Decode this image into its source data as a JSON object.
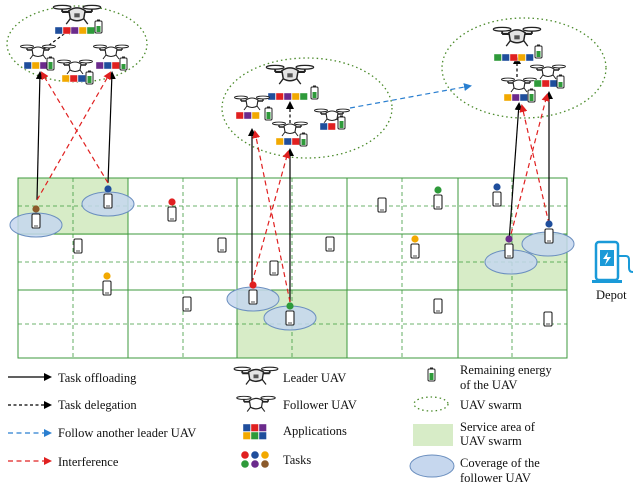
{
  "depot": {
    "label": "Depot",
    "color": "#1a9ad8"
  },
  "colors": {
    "grid": "#3d9a3d",
    "service_area": "#d7ecc7",
    "coverage_fill": "#c6d7ee",
    "coverage_stroke": "#6b8fbf",
    "swarm": "#4a8a2a",
    "offload": "#000000",
    "interference": "#e02020",
    "follow": "#2a7fd0"
  },
  "app_colors": [
    "#1f4e9c",
    "#e02020",
    "#6b2a8c",
    "#f2a900",
    "#2e9a3a"
  ],
  "task_colors": [
    "#e02020",
    "#1f4e9c",
    "#f2a900",
    "#2e9a3a",
    "#6b2a8c",
    "#8b5a2b"
  ],
  "legend": {
    "col1": [
      {
        "key": "offload",
        "label": "Task offloading"
      },
      {
        "key": "delegation",
        "label": "Task delegation"
      },
      {
        "key": "follow",
        "label": "Follow another leader UAV"
      },
      {
        "key": "interference",
        "label": "Interference"
      }
    ],
    "col2": [
      {
        "key": "leader",
        "label": "Leader UAV"
      },
      {
        "key": "follower",
        "label": "Follower UAV"
      },
      {
        "key": "applications",
        "label": "Applications"
      },
      {
        "key": "tasks",
        "label": "Tasks"
      }
    ],
    "col3": [
      {
        "key": "energy",
        "label_l1": "Remaining energy",
        "label_l2": "of the UAV"
      },
      {
        "key": "swarm",
        "label_l1": "UAV swarm",
        "label_l2": ""
      },
      {
        "key": "service",
        "label_l1": "Service area of",
        "label_l2": "UAV swarm"
      },
      {
        "key": "coverage",
        "label_l1": "Coverage of the",
        "label_l2": "follower UAV"
      }
    ]
  }
}
